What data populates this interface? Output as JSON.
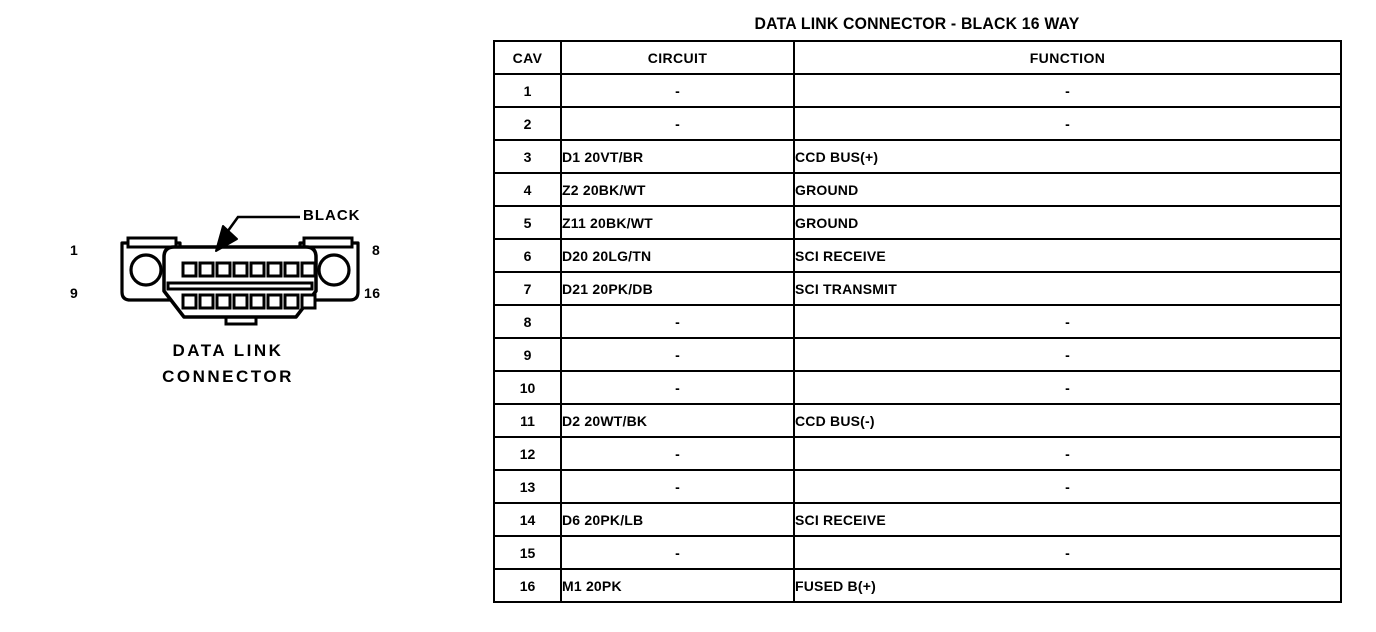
{
  "title": "DATA LINK CONNECTOR - BLACK 16 WAY",
  "diagram": {
    "callout_label": "BLACK",
    "caption_line1": "DATA LINK",
    "caption_line2": "CONNECTOR",
    "pin_top_left": "1",
    "pin_bottom_left": "9",
    "pin_top_right": "8",
    "pin_bottom_right": "16",
    "pins_per_row": 8,
    "rows": 2
  },
  "table": {
    "columns": [
      "CAV",
      "CIRCUIT",
      "FUNCTION"
    ],
    "rows": [
      {
        "cav": "1",
        "circuit": "-",
        "function": "-"
      },
      {
        "cav": "2",
        "circuit": "-",
        "function": "-"
      },
      {
        "cav": "3",
        "circuit": "D1 20VT/BR",
        "function": "CCD BUS(+)"
      },
      {
        "cav": "4",
        "circuit": "Z2 20BK/WT",
        "function": "GROUND"
      },
      {
        "cav": "5",
        "circuit": "Z11 20BK/WT",
        "function": "GROUND"
      },
      {
        "cav": "6",
        "circuit": "D20 20LG/TN",
        "function": "SCI RECEIVE"
      },
      {
        "cav": "7",
        "circuit": "D21 20PK/DB",
        "function": "SCI TRANSMIT"
      },
      {
        "cav": "8",
        "circuit": "-",
        "function": "-"
      },
      {
        "cav": "9",
        "circuit": "-",
        "function": "-"
      },
      {
        "cav": "10",
        "circuit": "-",
        "function": "-"
      },
      {
        "cav": "11",
        "circuit": "D2 20WT/BK",
        "function": "CCD BUS(-)"
      },
      {
        "cav": "12",
        "circuit": "-",
        "function": "-"
      },
      {
        "cav": "13",
        "circuit": "-",
        "function": "-"
      },
      {
        "cav": "14",
        "circuit": "D6 20PK/LB",
        "function": "SCI RECEIVE"
      },
      {
        "cav": "15",
        "circuit": "-",
        "function": "-"
      },
      {
        "cav": "16",
        "circuit": "M1 20PK",
        "function": "FUSED B(+)"
      }
    ]
  },
  "colors": {
    "ink": "#000000",
    "paper": "#ffffff"
  }
}
